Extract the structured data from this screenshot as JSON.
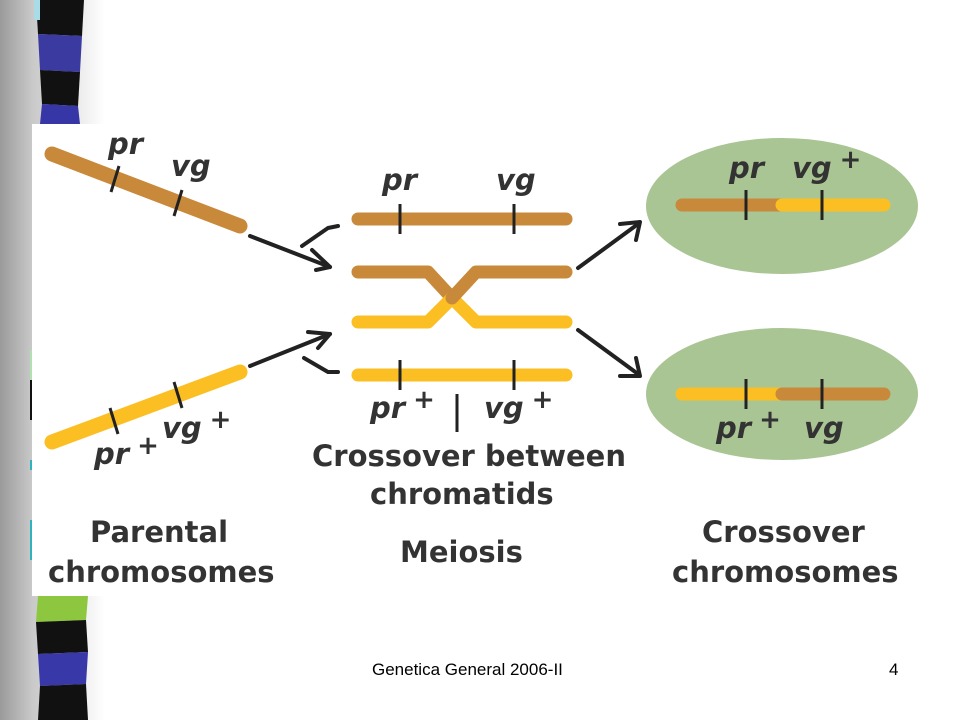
{
  "slide": {
    "footer_title": "Genetica General 2006-II",
    "slide_number": "4"
  },
  "colors": {
    "recessive_allele": "#C8893A",
    "wildtype_allele": "#FBBF24",
    "cell": "#A9C594",
    "arrow": "#222222",
    "text": "#333333"
  },
  "diagram": {
    "parental": {
      "top": {
        "gene1": "pr",
        "gene2": "vg"
      },
      "bottom": {
        "gene1": "pr",
        "gene1_sup": "+",
        "gene2": "vg",
        "gene2_sup": "+"
      },
      "caption_line1": "Parental",
      "caption_line2": "chromosomes"
    },
    "meiosis": {
      "top": {
        "gene1": "pr",
        "gene2": "vg"
      },
      "bottom": {
        "gene1": "pr",
        "gene1_sup": "+",
        "gene2": "vg",
        "gene2_sup": "+"
      },
      "crossover_line1": "Crossover between",
      "crossover_line2": "chromatids",
      "caption": "Meiosis"
    },
    "crossover": {
      "top": {
        "gene1": "pr",
        "gene2": "vg",
        "gene2_sup": "+"
      },
      "bottom": {
        "gene1": "pr",
        "gene1_sup": "+",
        "gene2": "vg"
      },
      "caption_line1": "Crossover",
      "caption_line2": "chromosomes"
    }
  }
}
